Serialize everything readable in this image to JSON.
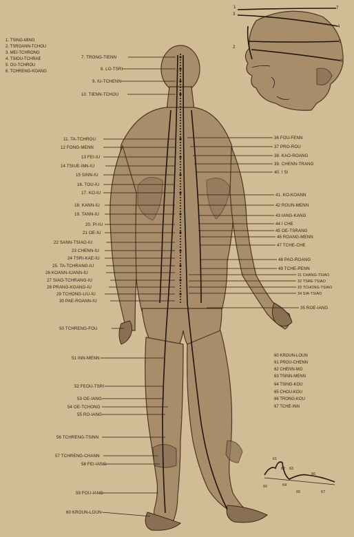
{
  "head_legend": [
    "1. TSING-MING",
    "2. TSROANN-TCHOU",
    "3. MEI-TCHRONG",
    "4. TSIOU-TCHRAE",
    "5. OU-TCHROU",
    "6. TCHRENG-KOANG"
  ],
  "head_numbers": [
    "1",
    "2",
    "3",
    "4",
    "5",
    "6",
    "7"
  ],
  "left_labels": [
    "7. TRONG-TIENN",
    "8. LO-TSRI",
    "9. IU-TCHENN",
    "10. TIENN-TCHOU",
    "11. TA-TCHROU",
    "12 FONG-MENN",
    "13 FEI-IU",
    "14 TSIUE-INN-IU",
    "15 SINN-IU",
    "16. TOU-IU",
    "17. KO-IU",
    "18. KANN-IU",
    "19. TANN-IU",
    "20. PI-IU",
    "21 OE-IU",
    "22 SANN-TSIAO-IU",
    "23 CHENN-IU",
    "24 TSRI-KAE-IU",
    "25. TA-TCHRANG-IU",
    "26 KOANN-IUANN-IU",
    "27 SIAO-TCHRANG-IU",
    "28 PRANG-KOANG-IU",
    "29 TCHONG-LIU-IU",
    "30 PAE-ROANN-IU",
    "50 TCHRENG-FOU",
    "51 INN-MENN",
    "52 FEOU-TSRI",
    "53 OE-IANG",
    "54 OE-TCHONG",
    "55 RO-IANG",
    "56 TCHRENG-TSINN",
    "57 TCHRENG-CHANN",
    "58 FEI-IANG",
    "59 FOU-IANG",
    "60 KROUN-LOUN"
  ],
  "right_labels": [
    "36 FOU-FENN",
    "37 PRO-ROU",
    "38. KAO-ROANG",
    "39. CHENN-TRANG",
    "40. I SI",
    "41. KO-KOANN",
    "42 ROUN-MENN",
    "43 IANG-KANG",
    "44 I CHE",
    "45 OE-TSRANG",
    "46 ROANG-MENN",
    "47 TCHE-CHE",
    "48 PAO-ROANG",
    "49 TCHE-PENN",
    "31 CHANG-TSIAO",
    "32 TSRE-TSIAO",
    "33 TCHONG-TSIAO",
    "34 SIA-TSIAO",
    "35 ROE-IANG"
  ],
  "foot_legend": [
    "60 KROUN-LOUN",
    "61 PROU-CHENN",
    "62 CHENN-MO",
    "63 TSINN-MENN",
    "64 TSING-KOU",
    "65 CHOU-KOU",
    "66 TRONG-KOU",
    "67 TCHE-INN"
  ],
  "foot_numbers": [
    "60",
    "61",
    "62",
    "63",
    "64",
    "65",
    "66",
    "67"
  ]
}
